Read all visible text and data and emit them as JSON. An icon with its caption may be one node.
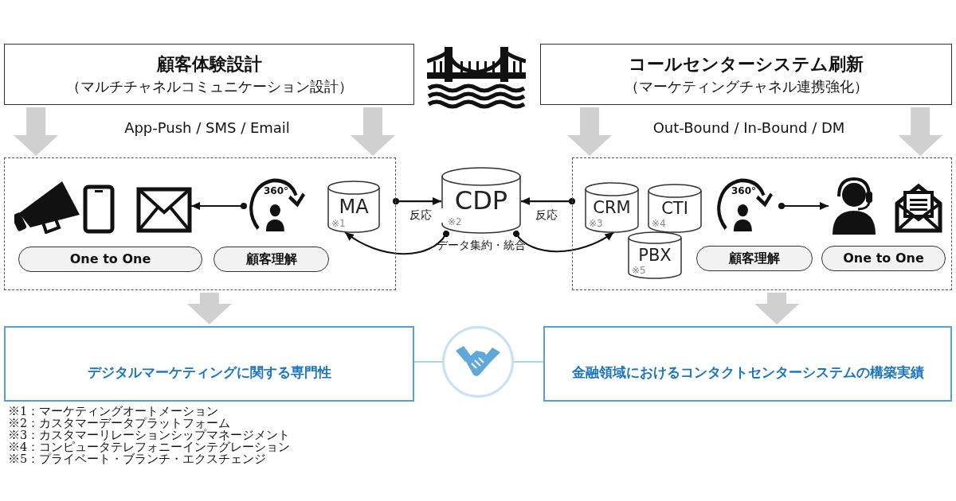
{
  "diagram": {
    "nodes": [
      {
        "text": [
          "顧客体験設計",
          "（マルチチャネルコミュニケーション設計）"
        ]
      },
      {
        "text": [
          "コールセンターシステム刷新",
          "（マーケティングチャネル連携強化）"
        ]
      },
      {
        "text": [],
        "shape": "box"
      },
      {
        "text": [],
        "shape": "envelope",
        "in": 2
      },
      {
        "text": [
          "360°"
        ],
        "in": 2
      },
      {
        "text": [
          "MA",
          "※1"
        ],
        "in": 2
      },
      {
        "text": [
          "One to One"
        ],
        "in": 2
      },
      {
        "text": [
          "顧客理解"
        ],
        "in": 2
      },
      {
        "text": [
          "CDP",
          "※2"
        ],
        "beside": [
          "データ集約・統合"
        ]
      },
      {
        "text": [],
        "shape": "box"
      },
      {
        "text": [
          "CRM",
          "※3"
        ],
        "in": 9
      },
      {
        "text": [
          "CTI",
          "※4"
        ],
        "in": 9
      },
      {
        "text": [
          "PBX",
          "※5"
        ],
        "in": 9
      },
      {
        "text": [
          "360°"
        ],
        "in": 9
      },
      {
        "text": [],
        "shape": "person",
        "in": 9
      },
      {
        "text": [
          "顧客理解"
        ],
        "in": 9
      },
      {
        "text": [
          "One to One"
        ],
        "in": 9
      },
      {
        "text": [
          "デジタルマーケティングに関する専門性"
        ]
      },
      {
        "text": [],
        "shape": "circle"
      },
      {
        "text": [
          "金融領域におけるコンタクトセンターシステムの構築実績"
        ]
      }
    ],
    "edges": [
      {
        "from": 0,
        "to": 2,
        "arrow": "to",
        "style": "thick",
        "color": "#d0d0d0"
      },
      {
        "from": 0,
        "to": 2,
        "arrow": "to",
        "style": "thick",
        "color": "#d0d0d0"
      },
      {
        "from": 1,
        "to": 9,
        "arrow": "to",
        "style": "thick",
        "color": "#d0d0d0"
      },
      {
        "from": 1,
        "to": 9,
        "arrow": "to",
        "style": "thick",
        "color": "#d0d0d0"
      },
      {
        "from": 2,
        "to": 17,
        "arrow": "to",
        "style": "thick",
        "color": "#d0d0d0"
      },
      {
        "from": 9,
        "to": 19,
        "arrow": "to",
        "style": "thick",
        "color": "#d0d0d0"
      },
      {
        "from": 4,
        "to": 3,
        "arrow": "to",
        "color": "#111111"
      },
      {
        "from": 2,
        "to": 8,
        "arrow": "to",
        "label": "反応",
        "color": "#111111"
      },
      {
        "from": 9,
        "to": 8,
        "arrow": "to",
        "label": "反応",
        "color": "#111111"
      },
      {
        "from": 8,
        "to": 5,
        "arrow": "to",
        "color": "#111111"
      },
      {
        "from": 8,
        "to": 10,
        "arrow": "to",
        "color": "#111111"
      },
      {
        "from": 13,
        "to": 14,
        "arrow": "to",
        "color": "#111111"
      },
      {
        "from": 18,
        "to": 17,
        "arrow": "none",
        "color": "#a9d3ee"
      },
      {
        "from": 18,
        "to": 19,
        "arrow": "none",
        "color": "#a9d3ee"
      }
    ],
    "labels": [
      "App-Push / SMS / Email",
      "Out-Bound / In-Bound / DM",
      "※1：マーケティングオートメーション",
      "※2：カスタマーデータプラットフォーム",
      "※3：カスタマーリレーションシップマネージメント",
      "※4：コンピュータテレフォニーインテグレーション",
      "※5：プライベート・ブランチ・エクスチェンジ"
    ]
  }
}
